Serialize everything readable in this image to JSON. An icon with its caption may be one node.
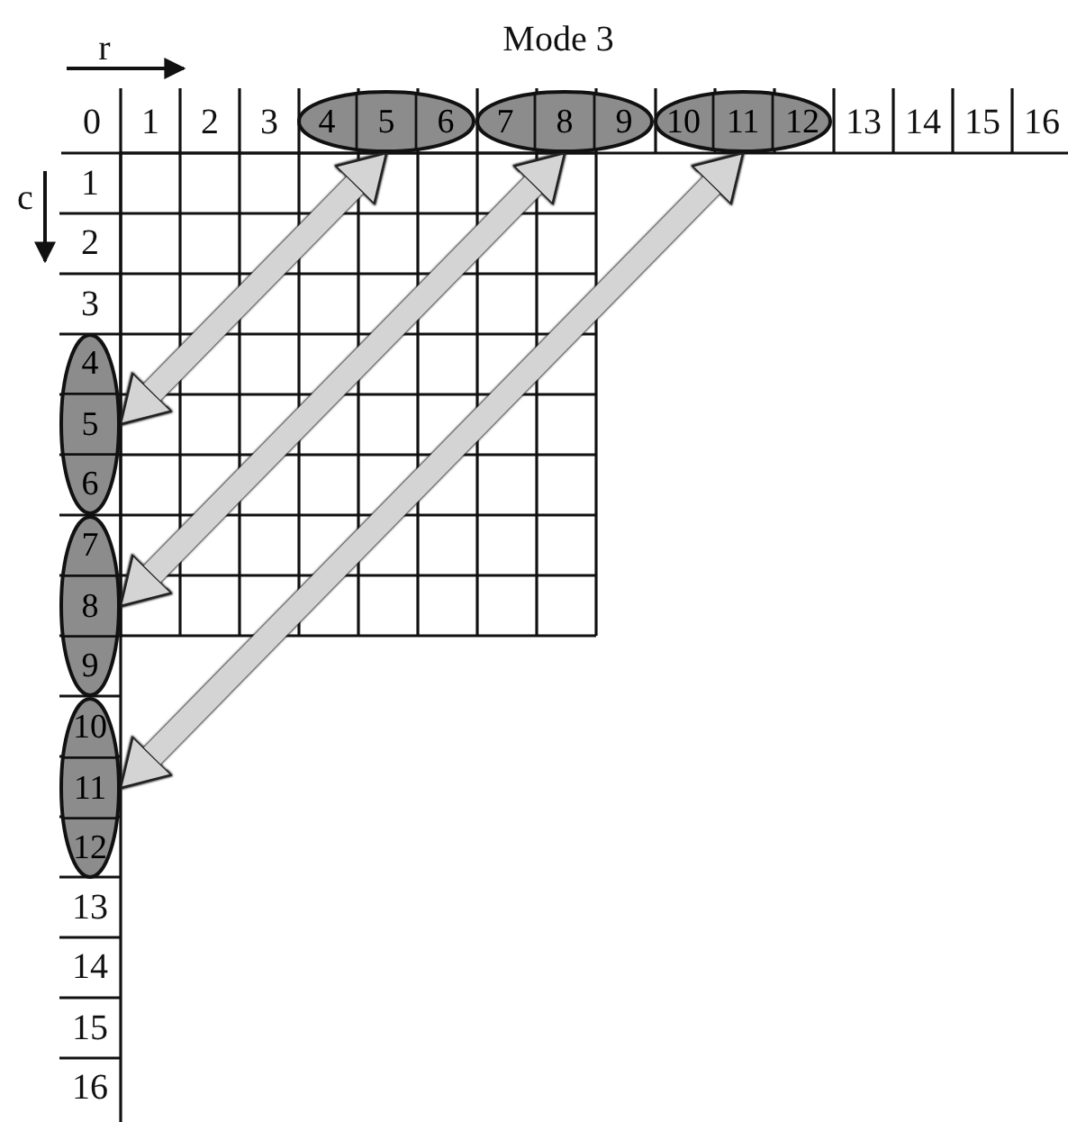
{
  "diagram": {
    "title": "Mode 3",
    "nodes": [
      {
        "text": [
          "4",
          "5",
          "6"
        ]
      },
      {
        "text": [
          "7",
          "8",
          "9"
        ]
      },
      {
        "text": [
          "10",
          "11",
          "12"
        ]
      },
      {
        "text": [
          "4",
          "5",
          "6"
        ]
      },
      {
        "text": [
          "7",
          "8",
          "9"
        ]
      },
      {
        "text": [
          "10",
          "11",
          "12"
        ]
      }
    ],
    "edges": [
      {
        "from": 0,
        "to": 3,
        "arrow": "both"
      },
      {
        "from": 1,
        "to": 4,
        "arrow": "both"
      },
      {
        "from": 2,
        "to": 5,
        "arrow": "both"
      }
    ],
    "labels": [
      "r",
      "c",
      "0",
      "1",
      "2",
      "3",
      "13",
      "14",
      "15",
      "16",
      "1",
      "2",
      "3",
      "13",
      "14",
      "15",
      "16"
    ]
  }
}
